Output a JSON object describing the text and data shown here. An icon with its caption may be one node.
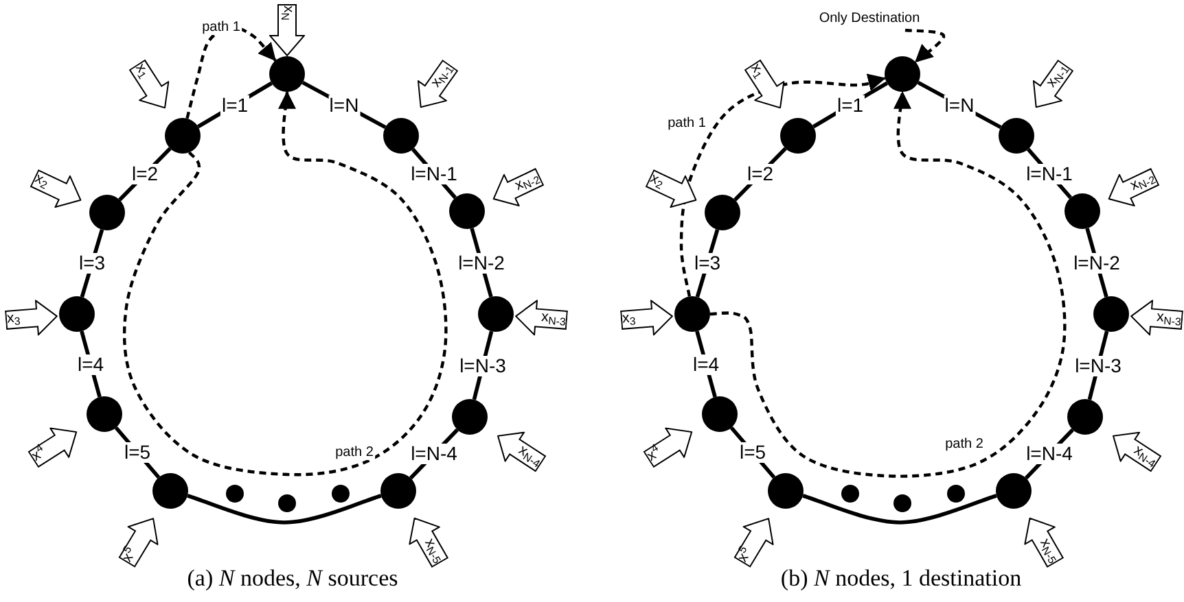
{
  "diagram": {
    "nodes": [
      {
        "text": [],
        "shape": "circle"
      },
      {
        "text": [],
        "shape": "circle"
      },
      {
        "text": [],
        "shape": "circle"
      },
      {
        "text": [],
        "shape": "circle"
      },
      {
        "text": [],
        "shape": "circle"
      },
      {
        "text": [],
        "shape": "circle"
      },
      {
        "text": [],
        "shape": "circle"
      },
      {
        "text": [],
        "shape": "circle"
      },
      {
        "text": [],
        "shape": "circle"
      },
      {
        "text": [],
        "shape": "circle"
      },
      {
        "text": [],
        "shape": "circle"
      },
      {
        "text": [
          "x$_{N}$"
        ]
      },
      {
        "text": [
          "x$_{1}$"
        ]
      },
      {
        "text": [
          "x$_{2}$"
        ]
      },
      {
        "text": [
          "x$_{3}$"
        ]
      },
      {
        "text": [
          "x$^{4}$"
        ]
      },
      {
        "text": [
          "x$^{5}$"
        ]
      },
      {
        "text": [
          "x$_{N-5}$"
        ]
      },
      {
        "text": [
          "x$_{N-4}$"
        ]
      },
      {
        "text": [
          "x$_{N-3}$"
        ]
      },
      {
        "text": [
          "x$_{N-2}$"
        ]
      },
      {
        "text": [
          "x$_{N-1}$"
        ]
      },
      {
        "text": [],
        "shape": "circle"
      },
      {
        "text": [],
        "shape": "circle"
      },
      {
        "text": [],
        "shape": "circle"
      },
      {
        "text": [],
        "shape": "circle"
      },
      {
        "text": [],
        "shape": "circle"
      },
      {
        "text": [],
        "shape": "circle"
      },
      {
        "text": [],
        "shape": "circle"
      },
      {
        "text": [],
        "shape": "circle"
      },
      {
        "text": [],
        "shape": "circle"
      },
      {
        "text": [],
        "shape": "circle"
      },
      {
        "text": [],
        "shape": "circle"
      },
      {
        "text": [
          "x$_{1}$"
        ]
      },
      {
        "text": [
          "x$_{2}$"
        ]
      },
      {
        "text": [
          "x$_{3}$"
        ]
      },
      {
        "text": [
          "x$^{4}$"
        ]
      },
      {
        "text": [
          "x$^{5}$"
        ]
      },
      {
        "text": [
          "x$_{N-5}$"
        ]
      },
      {
        "text": [
          "x$_{N-4}$"
        ]
      },
      {
        "text": [
          "x$_{N-3}$"
        ]
      },
      {
        "text": [
          "x$_{N-2}$"
        ]
      },
      {
        "text": [
          "x$_{N-1}$"
        ]
      },
      {
        "text": [
          "Only Destination"
        ]
      }
    ],
    "edges": [
      {
        "from": 1,
        "to": 0,
        "arrow": "none",
        "label": "l=1"
      },
      {
        "from": 1,
        "to": 2,
        "arrow": "none",
        "label": "l=2"
      },
      {
        "from": 2,
        "to": 3,
        "arrow": "none",
        "label": "l=3"
      },
      {
        "from": 3,
        "to": 4,
        "arrow": "none",
        "label": "l=4"
      },
      {
        "from": 4,
        "to": 5,
        "arrow": "none",
        "label": "l=5"
      },
      {
        "from": 5,
        "to": 6,
        "arrow": "none"
      },
      {
        "from": 6,
        "to": 7,
        "arrow": "none",
        "label": "l=N-4"
      },
      {
        "from": 7,
        "to": 8,
        "arrow": "none",
        "label": "l=N-3"
      },
      {
        "from": 8,
        "to": 9,
        "arrow": "none",
        "label": "l=N-2"
      },
      {
        "from": 9,
        "to": 10,
        "arrow": "none",
        "label": "l=N-1"
      },
      {
        "from": 10,
        "to": 0,
        "arrow": "none",
        "label": "l=N"
      },
      {
        "from": 1,
        "to": 0,
        "arrow": "to",
        "label": "path 1",
        "style": "dashed"
      },
      {
        "from": 1,
        "to": 0,
        "arrow": "to",
        "label": "path 2",
        "style": "dashed"
      },
      {
        "from": 23,
        "to": 22,
        "arrow": "none",
        "label": "l=1"
      },
      {
        "from": 23,
        "to": 24,
        "arrow": "none",
        "label": "l=2"
      },
      {
        "from": 24,
        "to": 25,
        "arrow": "none",
        "label": "l=3"
      },
      {
        "from": 25,
        "to": 26,
        "arrow": "none",
        "label": "l=4"
      },
      {
        "from": 26,
        "to": 27,
        "arrow": "none",
        "label": "l=5"
      },
      {
        "from": 27,
        "to": 28,
        "arrow": "none"
      },
      {
        "from": 28,
        "to": 29,
        "arrow": "none",
        "label": "l=N-4"
      },
      {
        "from": 29,
        "to": 30,
        "arrow": "none",
        "label": "l=N-3"
      },
      {
        "from": 30,
        "to": 31,
        "arrow": "none",
        "label": "l=N-2"
      },
      {
        "from": 31,
        "to": 32,
        "arrow": "none",
        "label": "l=N-1"
      },
      {
        "from": 32,
        "to": 22,
        "arrow": "none",
        "label": "l=N"
      },
      {
        "from": 25,
        "to": 22,
        "arrow": "to",
        "label": "path 1",
        "style": "dashed"
      },
      {
        "from": 25,
        "to": 22,
        "arrow": "to",
        "label": "path 2",
        "style": "dashed"
      },
      {
        "from": 43,
        "to": 22,
        "arrow": "to",
        "style": "dashed"
      }
    ],
    "labels": [
      "(a) *N* nodes, *N* sources",
      "(b) *N* nodes, 1 destination"
    ]
  }
}
